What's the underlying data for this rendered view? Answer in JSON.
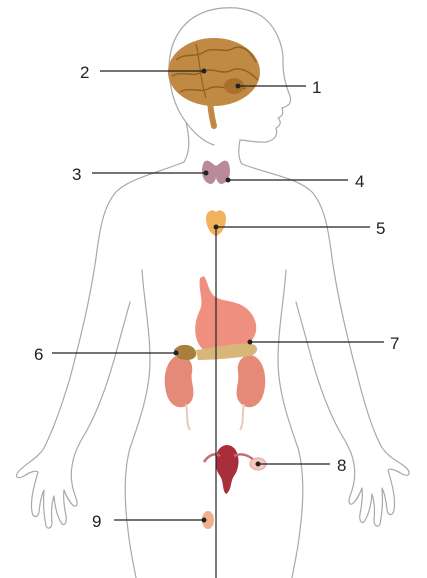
{
  "figure": {
    "labels": [
      "1",
      "2",
      "3",
      "4",
      "5",
      "6",
      "7",
      "8",
      "9"
    ]
  },
  "colors": {
    "outline": "#a8a8a8",
    "leader_line": "#222222",
    "brain": "#c08a44",
    "brain_dark": "#8f6126",
    "thyroid": "#b98a9a",
    "thymus": "#f2b35c",
    "stomach": "#ef8f7f",
    "kidney": "#e58a78",
    "pancreas": "#d8b67a",
    "uterus": "#a92e3b",
    "ovary": "#f6c9c0"
  }
}
